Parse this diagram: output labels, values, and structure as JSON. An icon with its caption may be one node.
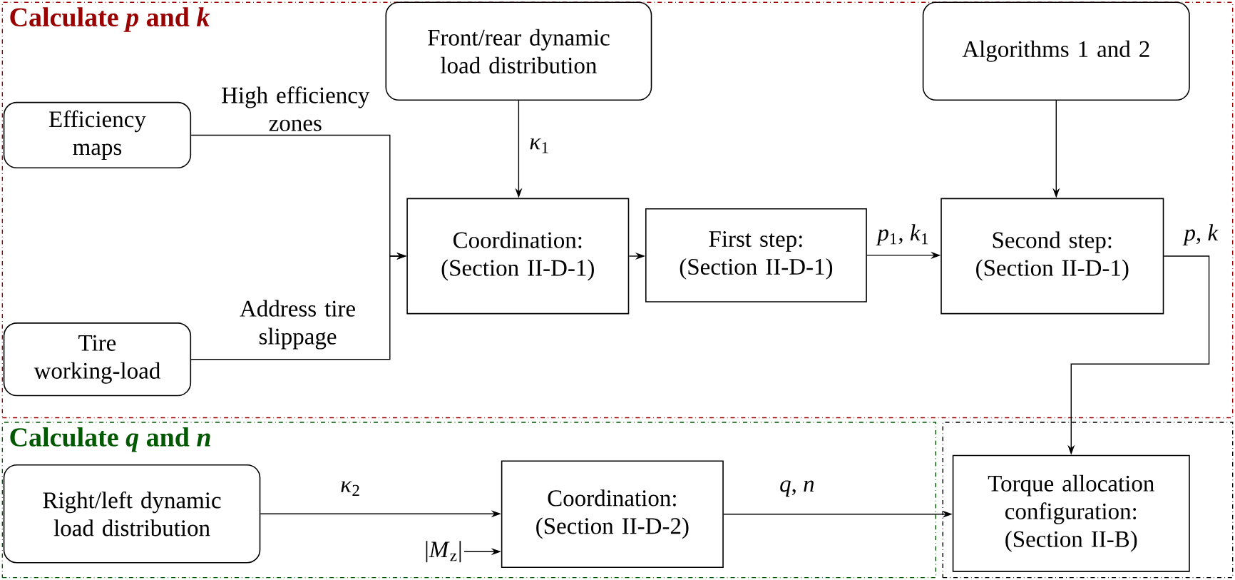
{
  "diagram": {
    "nodes": [
      {
        "text": [
          "Calculate *p* and *k*"
        ]
      },
      {
        "text": [
          "Efficiency maps"
        ],
        "in": 0
      },
      {
        "text": [
          "Front/rear dynamic load distribution"
        ],
        "in": 0
      },
      {
        "text": [
          "Algorithms 1 and 2"
        ],
        "in": 0
      },
      {
        "text": [
          "Coordination:",
          "(Section II-D-1)"
        ],
        "in": 0
      },
      {
        "text": [
          "First step:",
          "(Section II-D-1)"
        ],
        "in": 0
      },
      {
        "text": [
          "Second step:",
          "(Section II-D-1)"
        ],
        "in": 0
      },
      {
        "text": [
          "Tire working-load"
        ],
        "in": 0
      },
      {
        "text": [
          "Calculate *q* and *n*"
        ]
      },
      {
        "text": [],
        "shape": "box"
      },
      {
        "text": [
          "Right/left dynamic load distribution"
        ],
        "in": 8
      },
      {
        "text": [
          "Coordination:",
          "(Section II-D-2)"
        ],
        "in": 8
      },
      {
        "text": [
          "Torque allocation configuration:",
          "(Section II-B)"
        ],
        "in": 9
      },
      {
        "text": [
          "|*M*$_{z}$|"
        ],
        "in": 8
      }
    ],
    "edges": [
      {
        "from": 1,
        "to": 4,
        "arrow": "to",
        "label": "High efficiency zones"
      },
      {
        "from": 7,
        "to": 4,
        "arrow": "to",
        "label": "Address tire slippage"
      },
      {
        "from": 2,
        "to": 4,
        "arrow": "to",
        "label": "*κ*$_{1}$"
      },
      {
        "from": 4,
        "to": 5,
        "arrow": "to"
      },
      {
        "from": 5,
        "to": 6,
        "arrow": "to",
        "label": "*p*$_{1}$, *k*$_{1}$"
      },
      {
        "from": 3,
        "to": 6,
        "arrow": "to"
      },
      {
        "from": 6,
        "to": 12,
        "arrow": "to",
        "label": "*p*, *k*"
      },
      {
        "from": 10,
        "to": 11,
        "arrow": "to",
        "label": "*κ*$_{2}$"
      },
      {
        "from": 13,
        "to": 11,
        "arrow": "to"
      },
      {
        "from": 11,
        "to": 12,
        "arrow": "to",
        "label": "*q*, *n*"
      }
    ]
  }
}
